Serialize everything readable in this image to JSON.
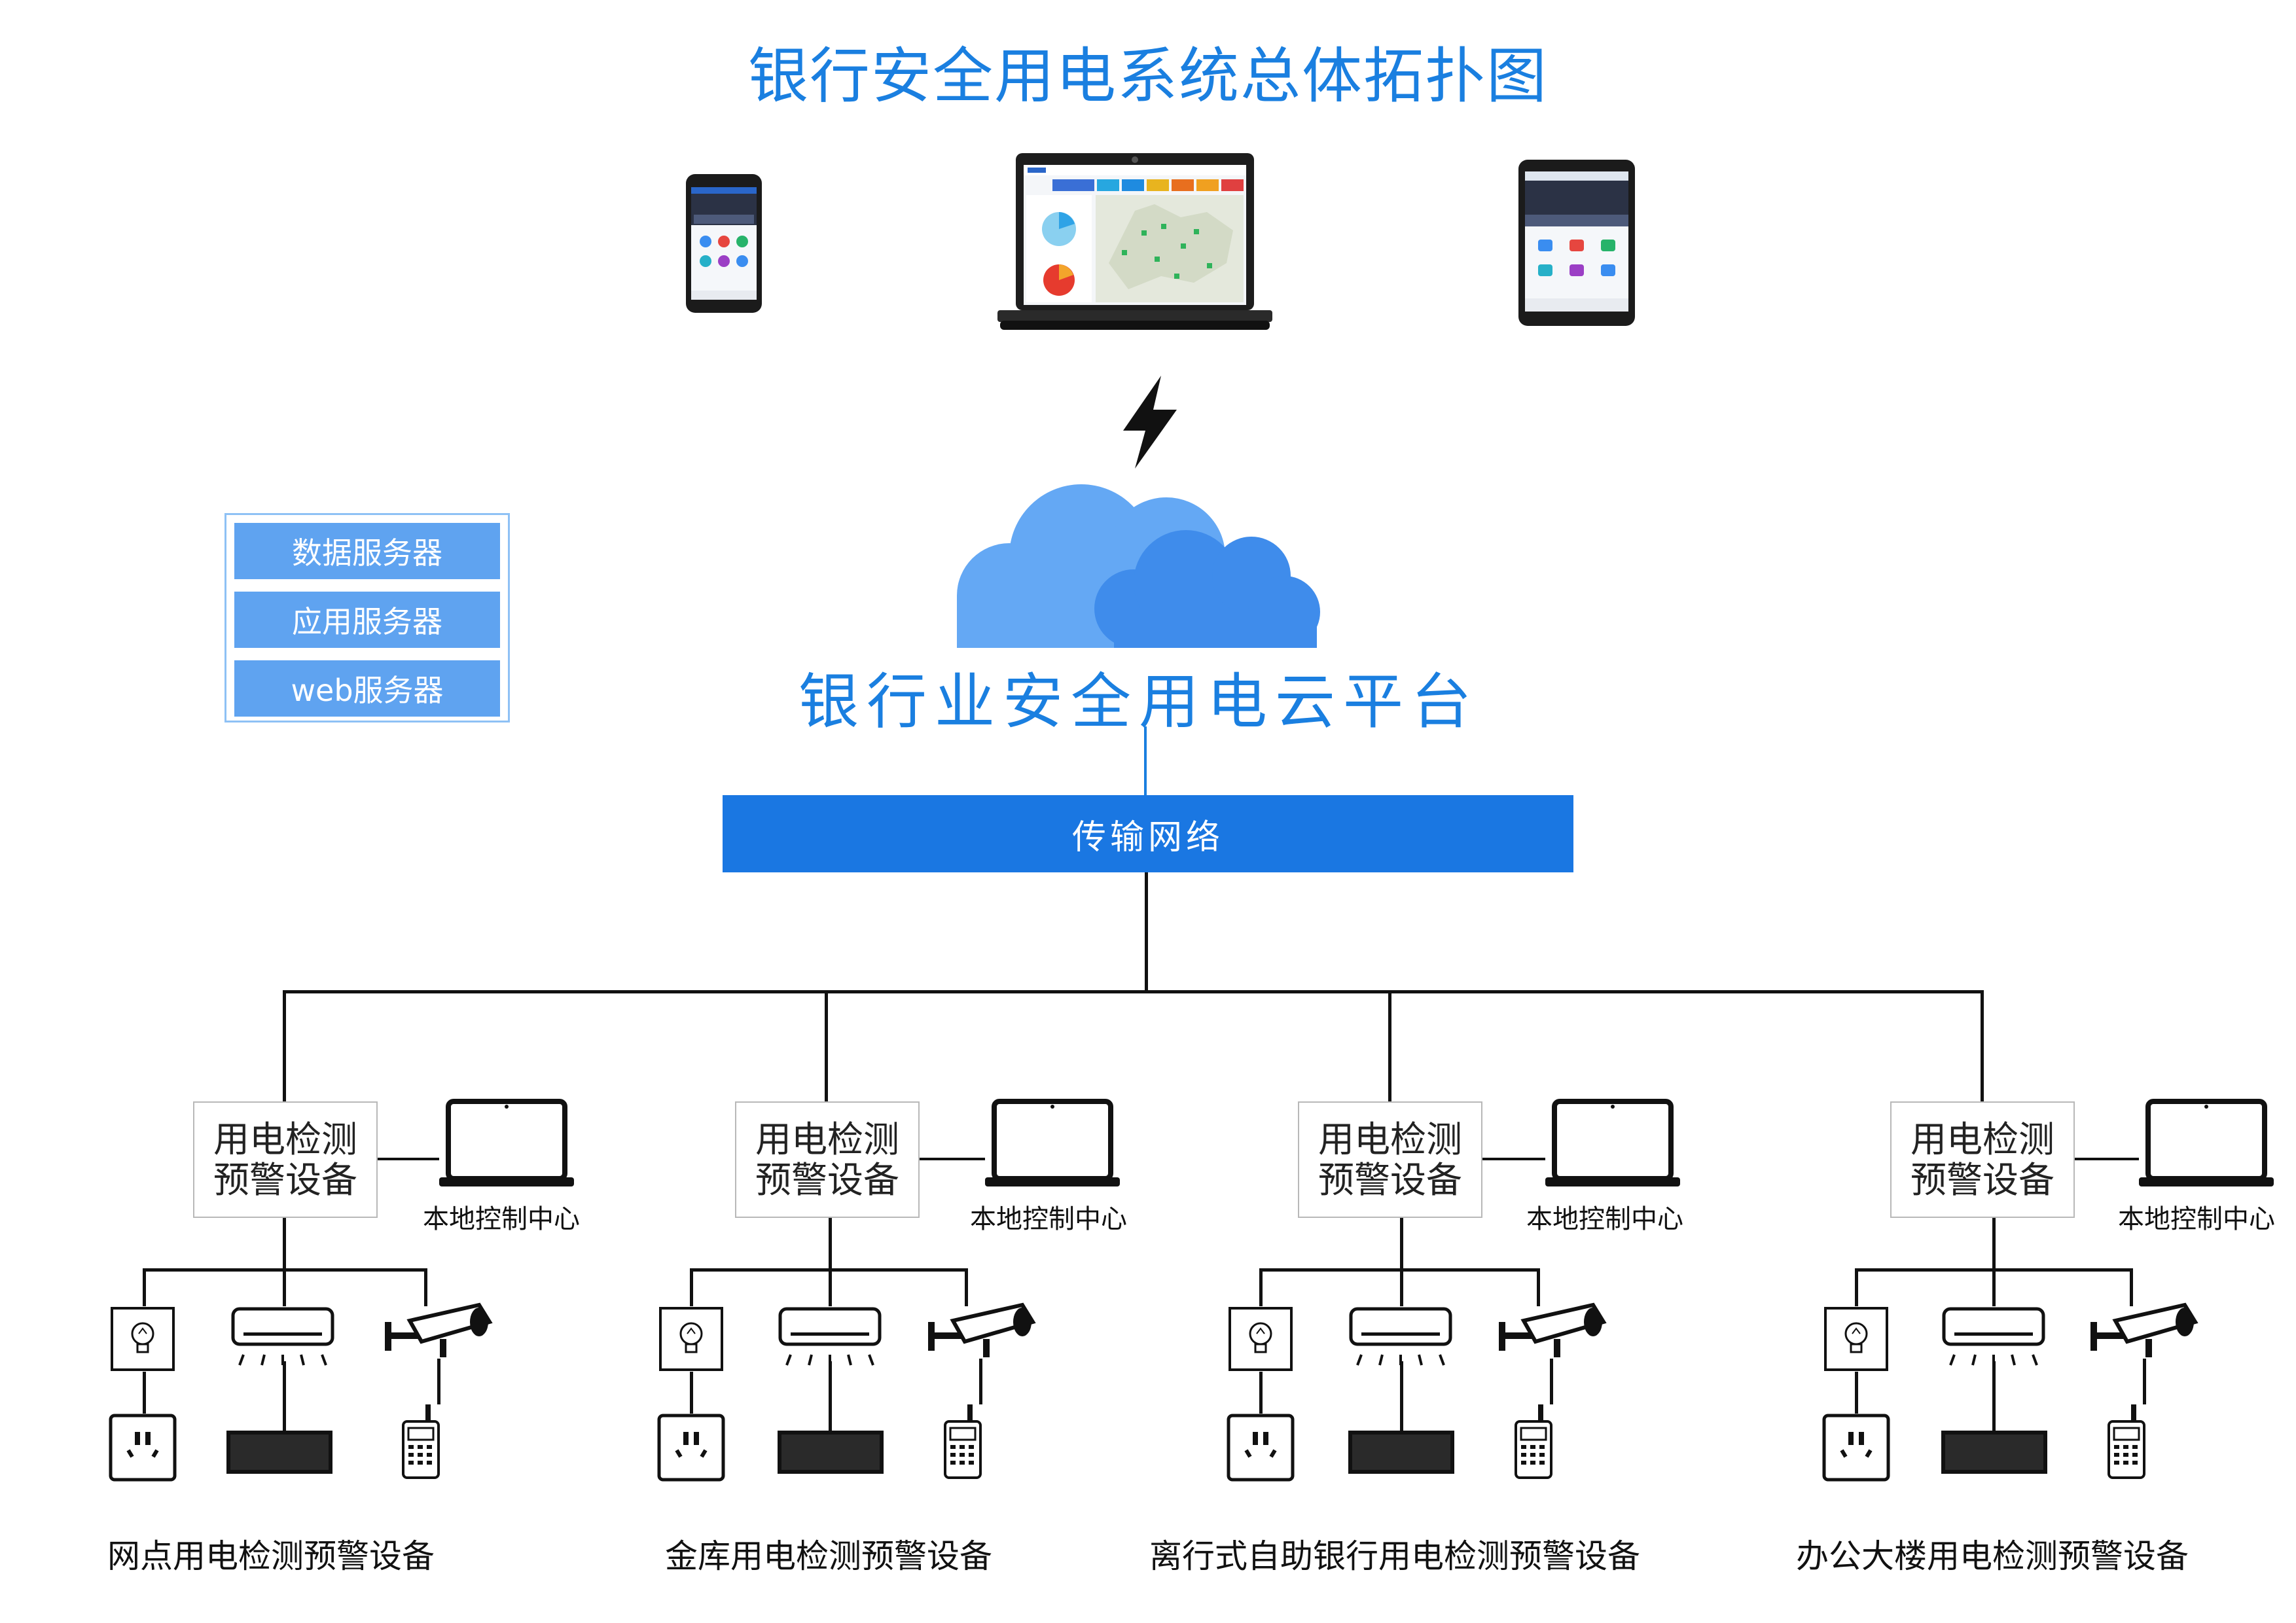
{
  "title": "银行安全用电系统总体拓扑图",
  "servers": [
    "数据服务器",
    "应用服务器",
    "web服务器"
  ],
  "cloud_label": "银行业安全用电云平台",
  "network_label": "传输网络",
  "branches": [
    {
      "device": "用电检测预警设备",
      "device_line1": "用电检测",
      "device_line2": "预警设备",
      "local_center": "本地控制中心",
      "section": "网点用电检测预警设备"
    },
    {
      "device": "用电检测预警设备",
      "device_line1": "用电检测",
      "device_line2": "预警设备",
      "local_center": "本地控制中心",
      "section": "金库用电检测预警设备"
    },
    {
      "device": "用电检测预警设备",
      "device_line1": "用电检测",
      "device_line2": "预警设备",
      "local_center": "本地控制中心",
      "section": "离行式自助银行用电检测预警设备"
    },
    {
      "device": "用电检测预警设备",
      "device_line1": "用电检测",
      "device_line2": "预警设备",
      "local_center": "本地控制中心",
      "section": "办公大楼用电检测预警设备"
    }
  ],
  "colors": {
    "accent": "#1a7fe0",
    "network": "#1a77e2",
    "server": "#5fa3f0",
    "cloud_light": "#64a8f4",
    "cloud_dark": "#3f8ceb"
  },
  "icons": [
    "phone-icon",
    "laptop-icon",
    "tablet-icon",
    "lightning-icon",
    "cloud-icon",
    "light-switch-icon",
    "air-conditioner-icon",
    "cctv-camera-icon",
    "power-socket-icon",
    "led-display-icon",
    "walkie-talkie-icon"
  ]
}
